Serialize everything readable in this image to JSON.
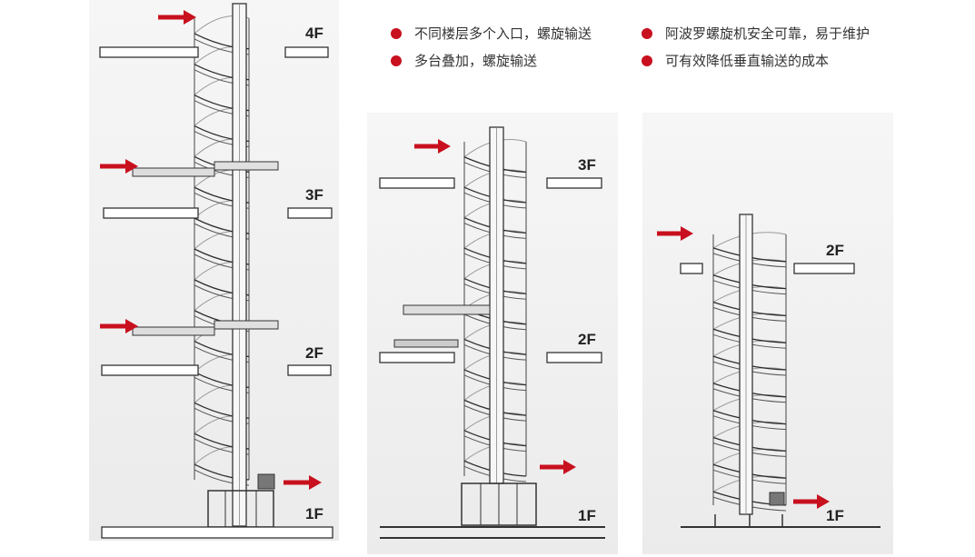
{
  "features": [
    {
      "text": "不同楼层多个入口，螺旋输送"
    },
    {
      "text": "多台叠加，螺旋输送"
    },
    {
      "text": "阿波罗螺旋机安全可靠，易于维护"
    },
    {
      "text": "可有效降低垂直输送的成本"
    }
  ],
  "colors": {
    "bullet": "#c8101e",
    "arrow": "#c8101e",
    "structure": "#3a3a3a",
    "panel_bg": "#ededed"
  },
  "diagrams": [
    {
      "name": "four-floor-spiral",
      "floors": [
        "4F",
        "3F",
        "2F",
        "1F"
      ],
      "arrow_icon": "right-arrow-icon"
    },
    {
      "name": "three-floor-spiral",
      "floors": [
        "3F",
        "2F",
        "1F"
      ],
      "arrow_icon": "right-arrow-icon"
    },
    {
      "name": "two-floor-spiral",
      "floors": [
        "2F",
        "1F"
      ],
      "arrow_icon": "right-arrow-icon"
    }
  ]
}
